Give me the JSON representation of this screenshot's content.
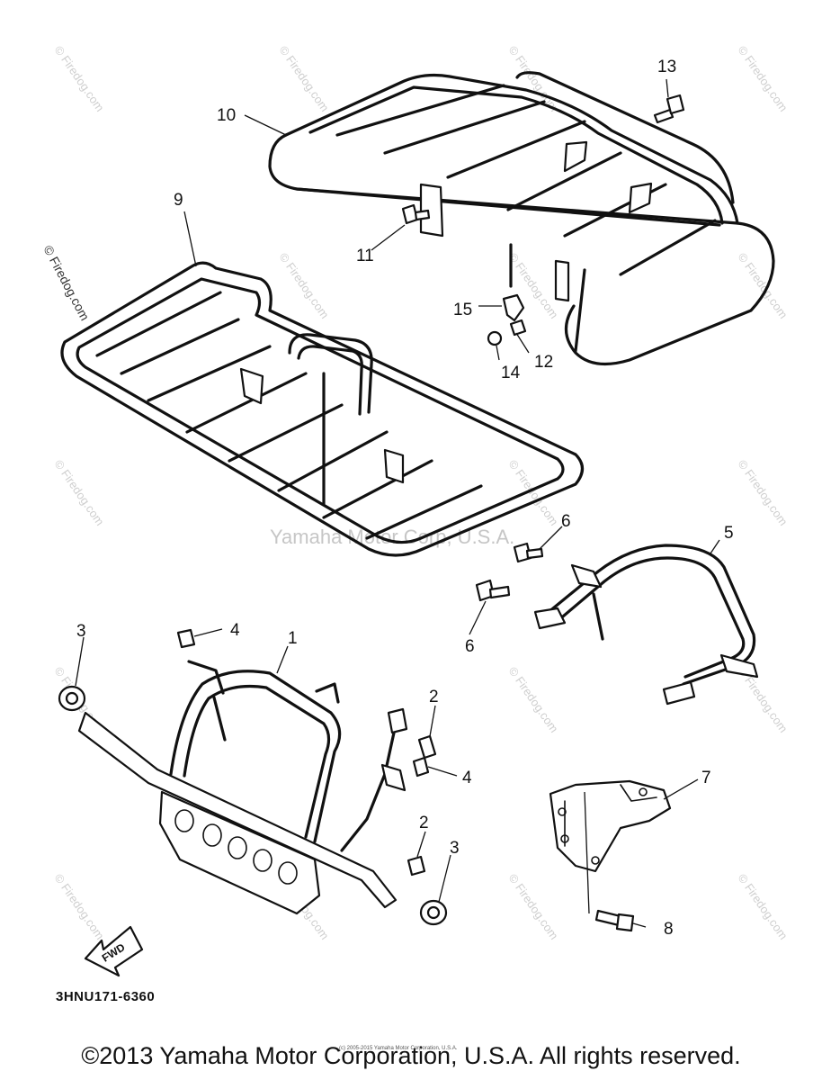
{
  "diagram": {
    "callouts": {
      "c1": "1",
      "c2a": "2",
      "c2b": "2",
      "c3a": "3",
      "c3b": "3",
      "c4a": "4",
      "c4b": "4",
      "c5": "5",
      "c6a": "6",
      "c6b": "6",
      "c7": "7",
      "c8": "8",
      "c9": "9",
      "c10": "10",
      "c11": "11",
      "c12": "12",
      "c13": "13",
      "c14": "14",
      "c15": "15"
    },
    "fwd_label": "FWD",
    "part_code": "3HNU171-6360",
    "watermark_center": "Yamaha Motor Corp, U.S.A.",
    "watermark_side": "© Firedog.com",
    "watermark_tile": "© Firedog.com",
    "small_notice": "(c) 2005-2015 Yamaha Motor Corporation, U.S.A."
  },
  "footer": {
    "copyright": "©2013 Yamaha Motor Corporation, U.S.A. All rights reserved."
  }
}
